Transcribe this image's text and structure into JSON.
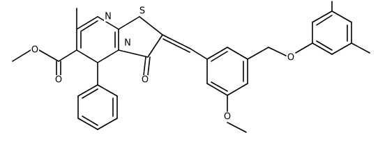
{
  "molecule": {
    "atoms": [
      {
        "id": "S1",
        "symbol": "S"
      },
      {
        "id": "N1",
        "symbol": "N"
      },
      {
        "id": "N2",
        "symbol": "N"
      },
      {
        "id": "O_ketone",
        "symbol": "O"
      },
      {
        "id": "O_ester_single",
        "symbol": "O"
      },
      {
        "id": "O_ester_double",
        "symbol": "O"
      },
      {
        "id": "O_ether",
        "symbol": "O"
      },
      {
        "id": "O_methoxy",
        "symbol": "O"
      }
    ]
  }
}
